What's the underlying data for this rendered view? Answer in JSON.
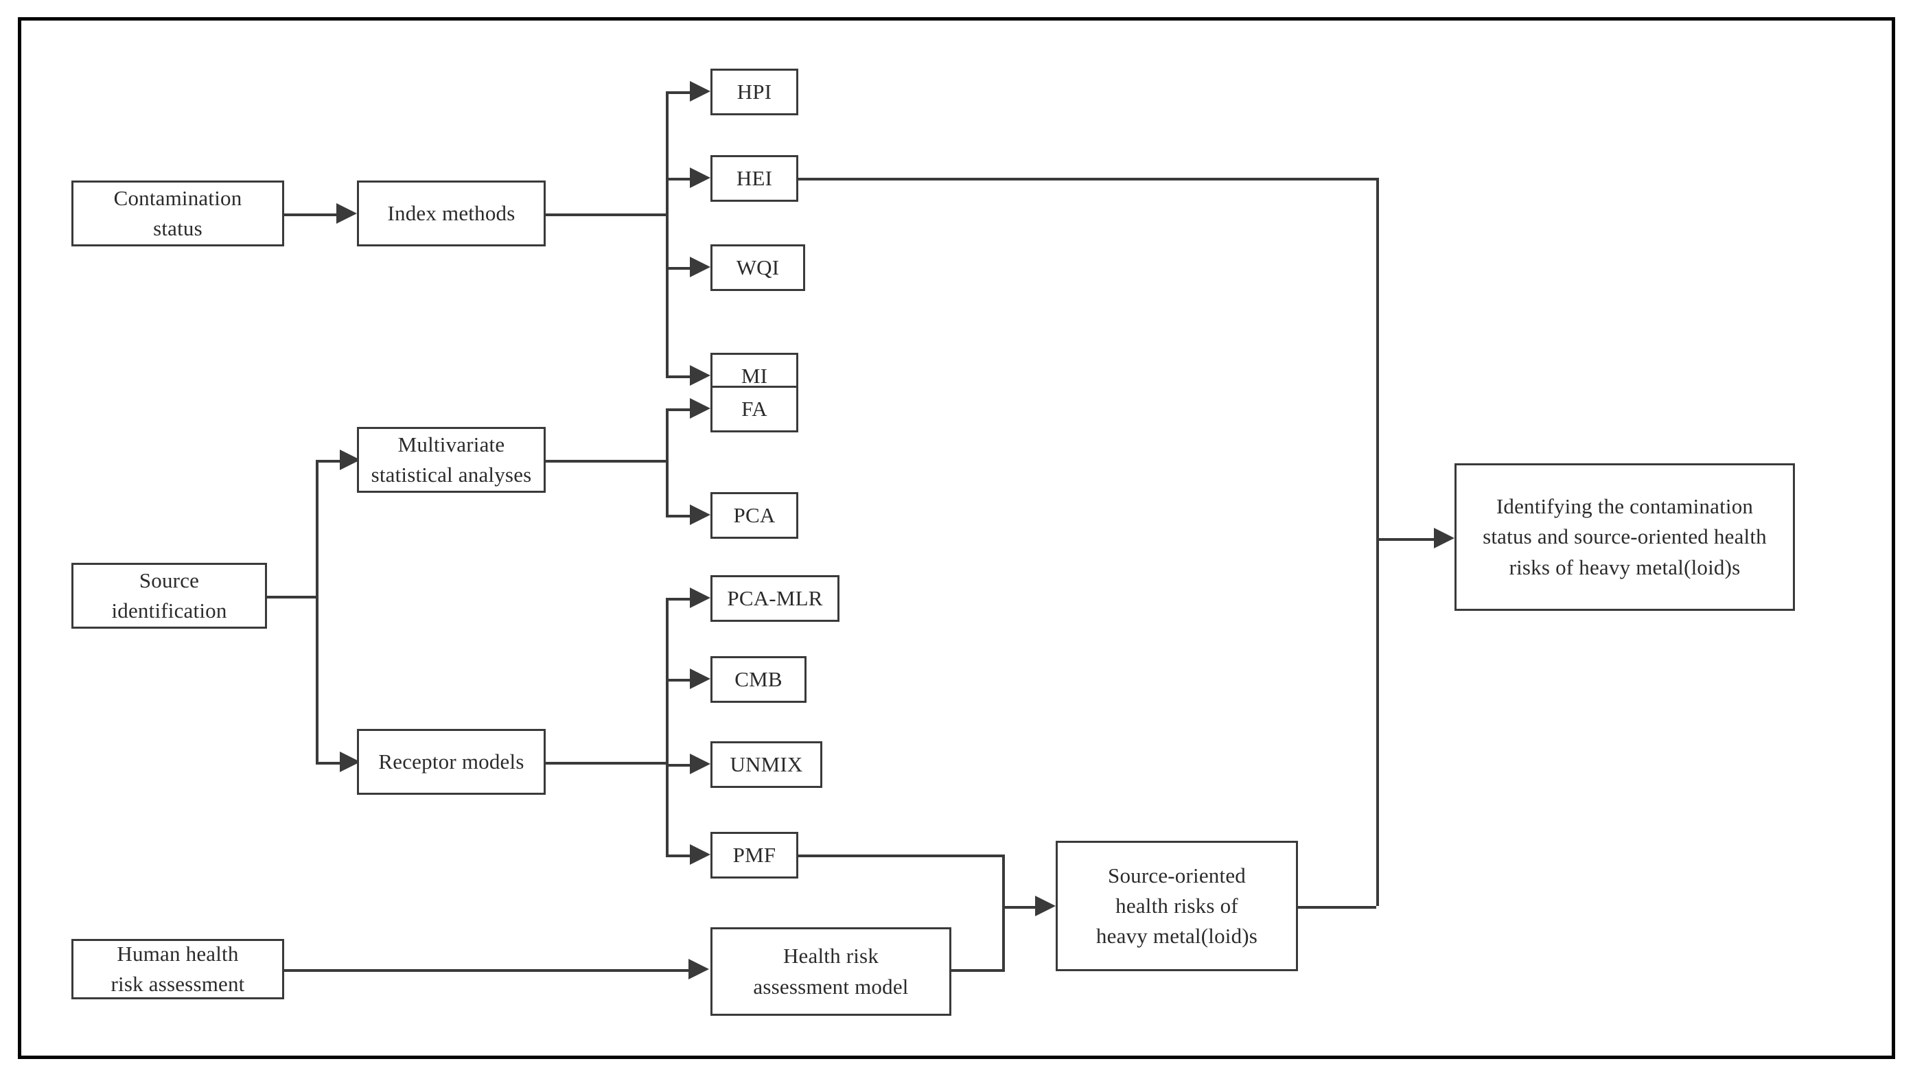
{
  "diagram": {
    "title": "Source-oriented health risk assessment framework",
    "colors": {
      "frame": "#050505",
      "box_border": "#3a3a3a",
      "connector": "#3a3a3a",
      "text": "#2b2b2b",
      "background": "#ffffff"
    },
    "nodes": {
      "contamination_status": "Contamination\nstatus",
      "index_methods": "Index methods",
      "hpi": "HPI",
      "hei": "HEI",
      "wqi": "WQI",
      "mi": "MI",
      "source_identification": "Source\nidentification",
      "multivariate_statistical_analyses": "Multivariate\nstatistical analyses",
      "fa": "FA",
      "pca": "PCA",
      "receptor_models": "Receptor models",
      "pca_mlr": "PCA-MLR",
      "cmb": "CMB",
      "unmix": "UNMIX",
      "pmf": "PMF",
      "human_health_risk_assessment": "Human health\nrisk assessment",
      "health_risk_assessment_model": "Health risk\nassessment model",
      "source_oriented_health_risks": "Source-oriented\nhealth risks of\nheavy metal(loid)s",
      "identifying_outcome": "Identifying the contamination\nstatus  and source-oriented health\nrisks of heavy metal(loid)s"
    },
    "edges": [
      {
        "from": "contamination_status",
        "to": "index_methods",
        "arrow": true
      },
      {
        "from": "index_methods",
        "to": "hpi",
        "arrow": true
      },
      {
        "from": "index_methods",
        "to": "hei",
        "arrow": true
      },
      {
        "from": "index_methods",
        "to": "wqi",
        "arrow": true
      },
      {
        "from": "index_methods",
        "to": "mi",
        "arrow": true
      },
      {
        "from": "hei",
        "to": "identifying_outcome",
        "arrow": true
      },
      {
        "from": "source_identification",
        "to": "multivariate_statistical_analyses",
        "arrow": true
      },
      {
        "from": "source_identification",
        "to": "receptor_models",
        "arrow": true
      },
      {
        "from": "multivariate_statistical_analyses",
        "to": "fa",
        "arrow": true
      },
      {
        "from": "multivariate_statistical_analyses",
        "to": "pca",
        "arrow": true
      },
      {
        "from": "receptor_models",
        "to": "pca_mlr",
        "arrow": true
      },
      {
        "from": "receptor_models",
        "to": "cmb",
        "arrow": true
      },
      {
        "from": "receptor_models",
        "to": "unmix",
        "arrow": true
      },
      {
        "from": "receptor_models",
        "to": "pmf",
        "arrow": true
      },
      {
        "from": "pmf",
        "to": "source_oriented_health_risks",
        "arrow": true
      },
      {
        "from": "human_health_risk_assessment",
        "to": "health_risk_assessment_model",
        "arrow": true
      },
      {
        "from": "health_risk_assessment_model",
        "to": "source_oriented_health_risks",
        "arrow": true
      },
      {
        "from": "source_oriented_health_risks",
        "to": "identifying_outcome",
        "arrow": true
      }
    ]
  }
}
